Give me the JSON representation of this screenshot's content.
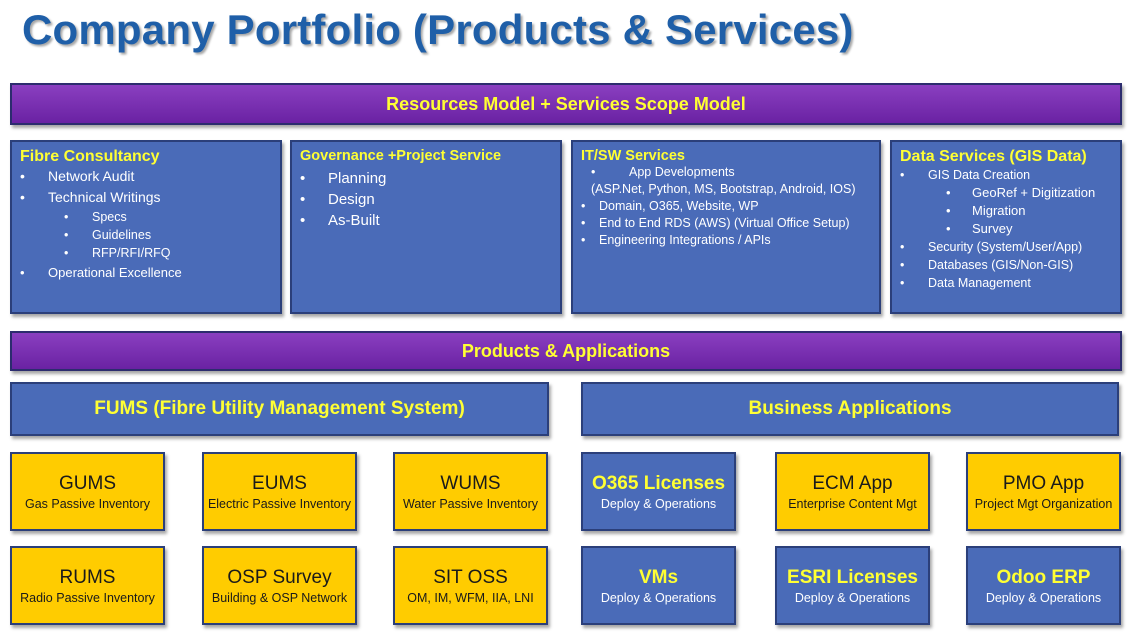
{
  "title": "Company Portfolio (Products & Services)",
  "banner_top": "Resources Model + Services Scope Model",
  "banner_mid": "Products & Applications",
  "fibre": {
    "title": "Fibre Consultancy",
    "network_audit": "Network Audit",
    "technical_writings": "Technical Writings",
    "specs": "Specs",
    "guidelines": "Guidelines",
    "rfp": "RFP/RFI/RFQ",
    "operational_excellence": "Operational Excellence"
  },
  "governance": {
    "title": "Governance +Project Service",
    "planning": "Planning",
    "design": "Design",
    "asbuilt": "As-Built"
  },
  "itsw": {
    "title": "IT/SW Services",
    "app_dev": "App Developments",
    "app_dev_note": "(ASP.Net, Python, MS,    Bootstrap,  Android, IOS)",
    "domain": "Domain, O365, Website, WP",
    "rds": "End to End RDS (AWS) (Virtual Office Setup)",
    "integrations": "Engineering Integrations / APIs"
  },
  "data_services": {
    "title": "Data Services (GIS Data)",
    "gis_creation": "GIS Data Creation",
    "georef": "GeoRef + Digitization",
    "migration": "Migration",
    "survey": "Survey",
    "security": "Security (System/User/App)",
    "databases": "Databases (GIS/Non-GIS)",
    "data_mgmt": "Data Management"
  },
  "fums_header": "FUMS (Fibre Utility Management System)",
  "business_header": "Business Applications",
  "tiles": {
    "gums": {
      "name": "GUMS",
      "sub": "Gas Passive Inventory"
    },
    "eums": {
      "name": "EUMS",
      "sub": "Electric Passive Inventory"
    },
    "wums": {
      "name": "WUMS",
      "sub": "Water Passive Inventory"
    },
    "rums": {
      "name": "RUMS",
      "sub": "Radio Passive Inventory"
    },
    "osp": {
      "name": "OSP Survey",
      "sub": "Building & OSP Network"
    },
    "sit": {
      "name": "SIT OSS",
      "sub": "OM, IM, WFM, IIA, LNI"
    },
    "o365": {
      "name": "O365 Licenses",
      "sub": "Deploy & Operations"
    },
    "ecm": {
      "name": "ECM App",
      "sub": "Enterprise Content Mgt"
    },
    "pmo": {
      "name": "PMO App",
      "sub": "Project Mgt Organization"
    },
    "vms": {
      "name": "VMs",
      "sub": "Deploy & Operations"
    },
    "esri": {
      "name": "ESRI Licenses",
      "sub": "Deploy & Operations"
    },
    "odoo": {
      "name": "Odoo ERP",
      "sub": "Deploy & Operations"
    }
  },
  "colors": {
    "title": "#1f5fa8",
    "banner": "#7a33b3",
    "box": "#4a6bb8",
    "highlight_text": "#ffff33",
    "gold_tile": "#ffcc00"
  }
}
